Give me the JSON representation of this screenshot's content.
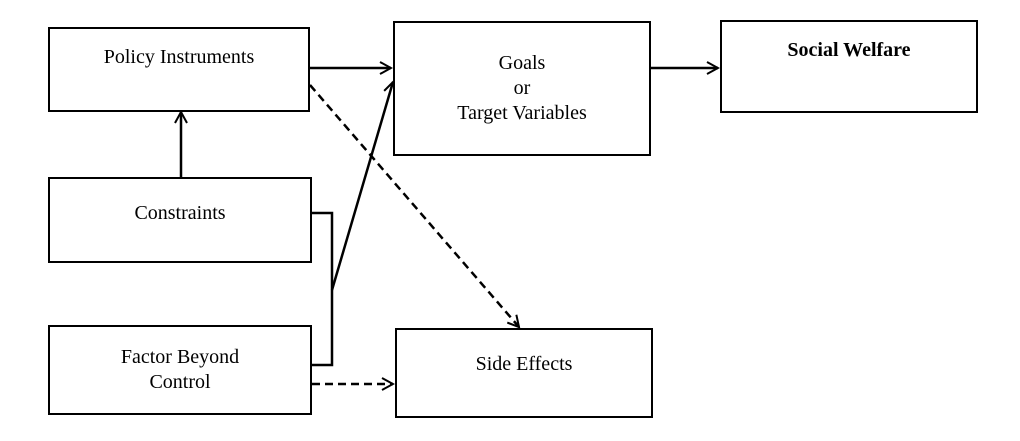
{
  "nodes": {
    "policy_instruments": {
      "label": "Policy Instruments"
    },
    "goals": {
      "lines": [
        "Goals",
        "or",
        "Target Variables"
      ]
    },
    "social_welfare": {
      "label": "Social Welfare"
    },
    "constraints": {
      "label": "Constraints"
    },
    "factor_beyond_control": {
      "lines": [
        "Factor Beyond",
        "Control"
      ]
    },
    "side_effects": {
      "label": "Side Effects"
    }
  },
  "edges": [
    {
      "from": "Policy Instruments",
      "to": "Goals or Target Variables",
      "style": "solid"
    },
    {
      "from": "Goals or Target Variables",
      "to": "Social Welfare",
      "style": "solid"
    },
    {
      "from": "Constraints",
      "to": "Policy Instruments",
      "style": "solid"
    },
    {
      "from": "Constraints",
      "to": "Goals or Target Variables",
      "style": "solid"
    },
    {
      "from": "Factor Beyond Control",
      "to": "Goals or Target Variables",
      "style": "solid"
    },
    {
      "from": "Policy Instruments",
      "to": "Side Effects",
      "style": "dashed"
    },
    {
      "from": "Factor Beyond Control",
      "to": "Side Effects",
      "style": "dashed"
    }
  ],
  "colors": {
    "stroke": "#000000",
    "background": "#ffffff"
  }
}
